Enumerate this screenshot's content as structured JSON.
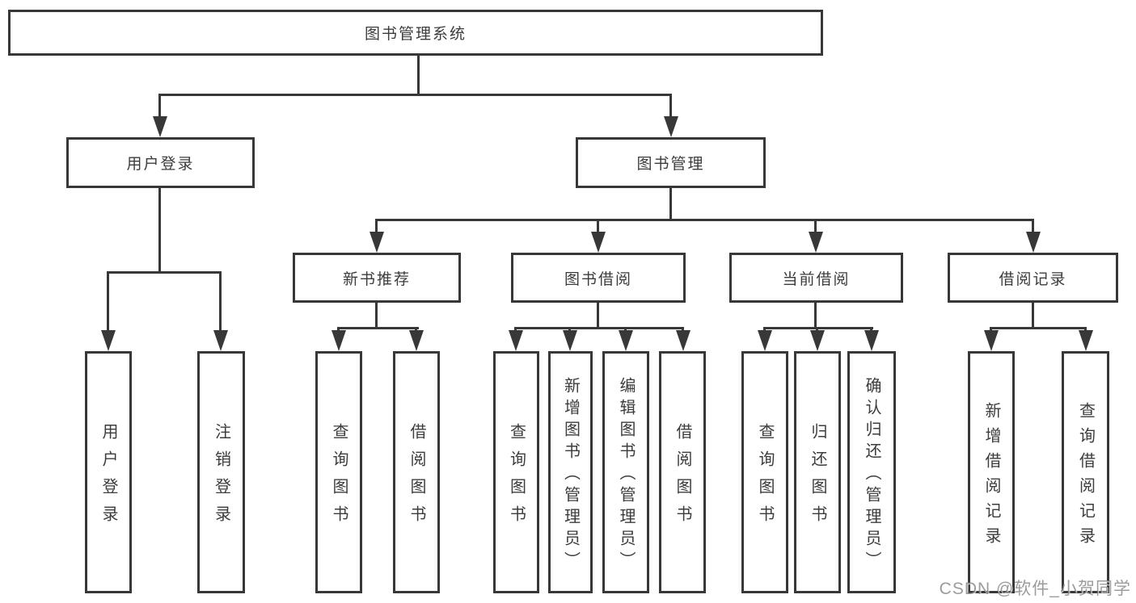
{
  "diagram": {
    "root": {
      "label": "图书管理系统"
    },
    "level2": [
      {
        "label": "用户登录"
      },
      {
        "label": "图书管理"
      }
    ],
    "level3": [
      {
        "label": "新书推荐"
      },
      {
        "label": "图书借阅"
      },
      {
        "label": "当前借阅"
      },
      {
        "label": "借阅记录"
      }
    ],
    "leaves": {
      "login": [
        {
          "label": "用户登录"
        },
        {
          "label": "注销登录"
        }
      ],
      "recommend": [
        {
          "label": "查询图书"
        },
        {
          "label": "借阅图书"
        }
      ],
      "borrow": [
        {
          "label": "查询图书"
        },
        {
          "label": "新增图书（管理员）"
        },
        {
          "label": "编辑图书（管理员）"
        },
        {
          "label": "借阅图书"
        }
      ],
      "current": [
        {
          "label": "查询图书"
        },
        {
          "label": "归还图书"
        },
        {
          "label": "确认归还（管理员）"
        }
      ],
      "records": [
        {
          "label": "新增借阅记录"
        },
        {
          "label": "查询借阅记录"
        }
      ]
    },
    "watermark": "CSDN @软件_小贺同学"
  },
  "colors": {
    "line": "#383838",
    "text": "#3c3c3c",
    "box_background": "#ffffff",
    "watermark": "#808080",
    "page_background": "#ffffff"
  }
}
